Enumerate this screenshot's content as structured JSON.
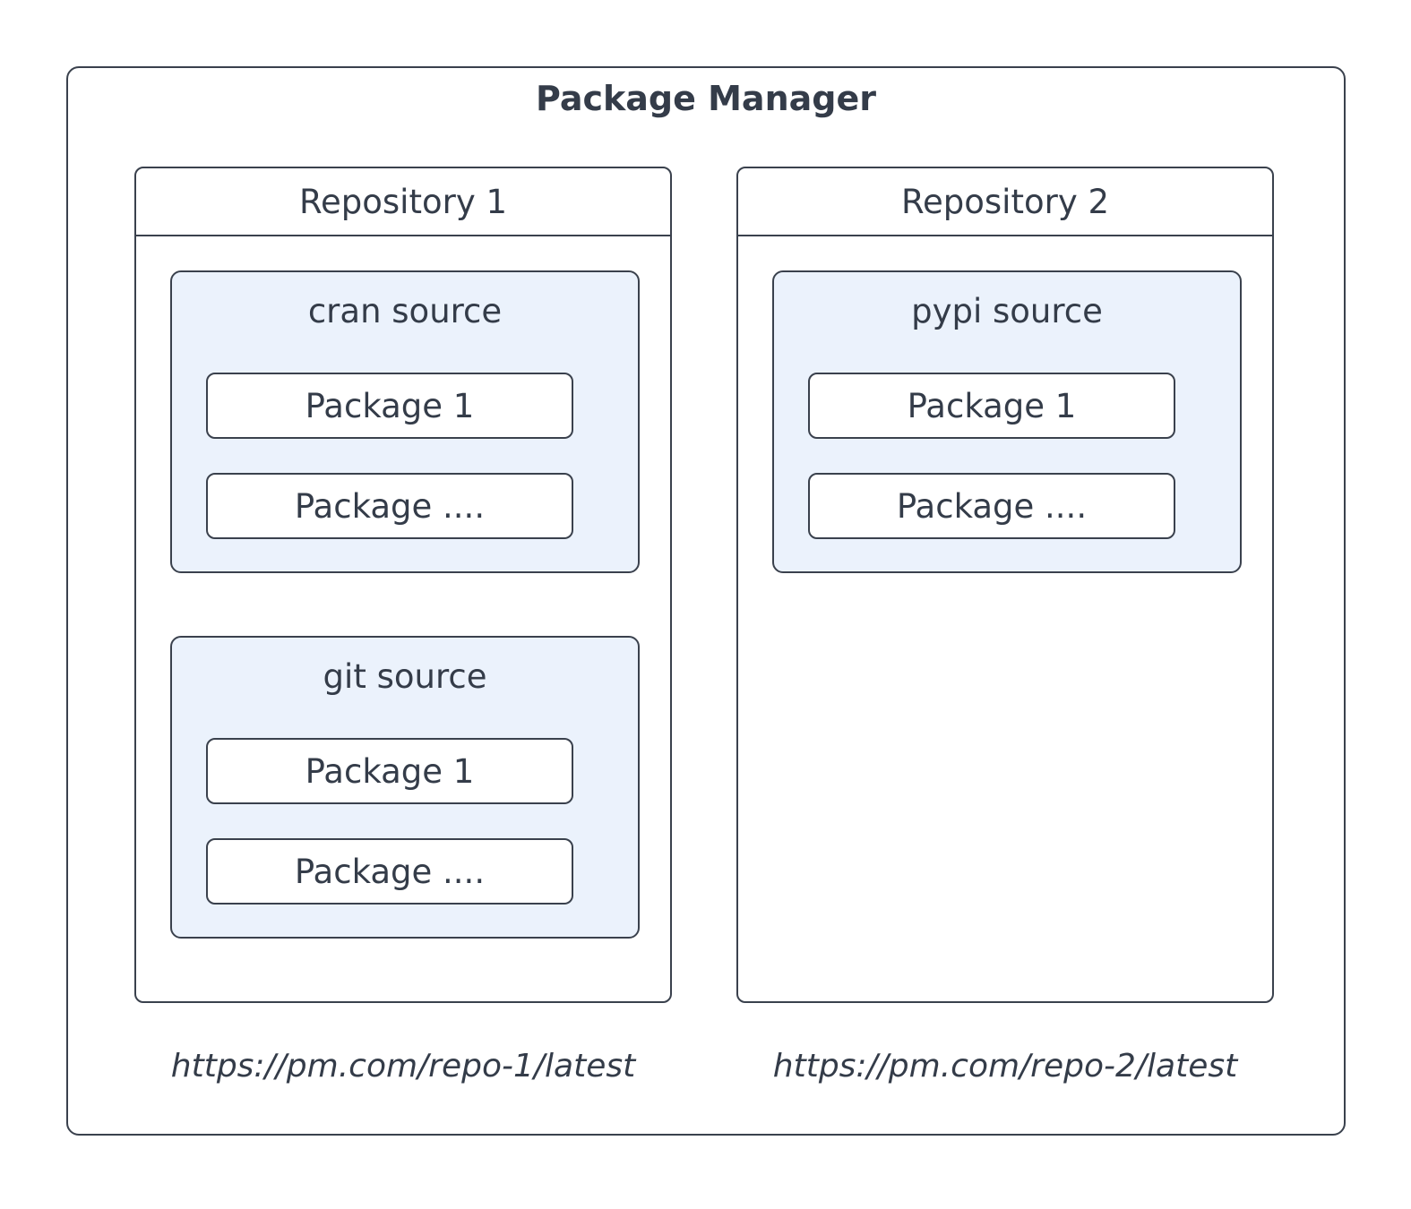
{
  "diagram": {
    "title": "Package Manager",
    "repositories": [
      {
        "name": "Repository 1",
        "url": "https://pm.com/repo-1/latest",
        "sources": [
          {
            "name": "cran source",
            "packages": [
              "Package 1",
              "Package ...."
            ]
          },
          {
            "name": "git source",
            "packages": [
              "Package 1",
              "Package ...."
            ]
          }
        ]
      },
      {
        "name": "Repository 2",
        "url": "https://pm.com/repo-2/latest",
        "sources": [
          {
            "name": "pypi source",
            "packages": [
              "Package 1",
              "Package ...."
            ]
          }
        ]
      }
    ],
    "colors": {
      "border": "#3a414d",
      "text": "#343c49",
      "source_fill": "#ebf2fc",
      "background": "#ffffff"
    }
  }
}
